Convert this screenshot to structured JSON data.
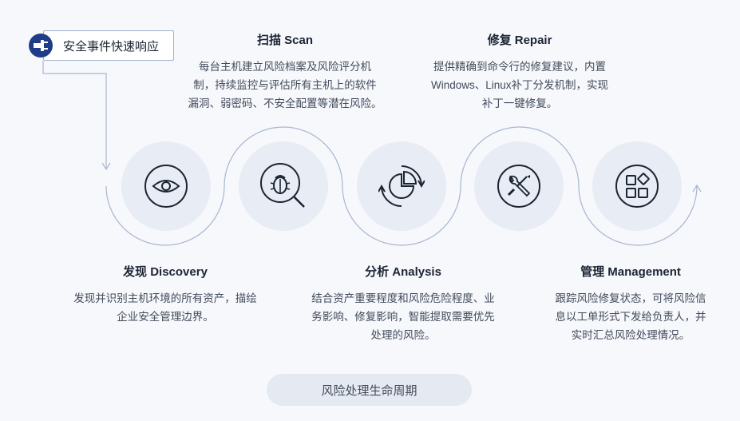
{
  "badge": {
    "label": "安全事件快速响应",
    "icon": "plug-icon"
  },
  "steps": [
    {
      "key": "discovery",
      "title": "发现 Discovery",
      "icon": "eye-icon",
      "desc": [
        "发现并识别主机环境的所有资产，描绘",
        "企业安全管理边界。"
      ]
    },
    {
      "key": "scan",
      "title": "扫描 Scan",
      "icon": "bug-search-icon",
      "desc": [
        "每台主机建立风险档案及风险评分机",
        "制，持续监控与评估所有主机上的软件",
        "漏洞、弱密码、不安全配置等潜在风险。"
      ]
    },
    {
      "key": "analysis",
      "title": "分析 Analysis",
      "icon": "pie-chart-refresh-icon",
      "desc": [
        "结合资产重要程度和风险危险程度、业",
        "务影响、修复影响，智能提取需要优先",
        "处理的风险。"
      ]
    },
    {
      "key": "repair",
      "title": "修复 Repair",
      "icon": "wrench-screwdriver-icon",
      "desc": [
        "提供精确到命令行的修复建议，内置",
        "Windows、Linux补丁分发机制，实现",
        "补丁一键修复。"
      ]
    },
    {
      "key": "management",
      "title": "管理 Management",
      "icon": "grid-apps-icon",
      "desc": [
        "跟踪风险修复状态，可将风险信",
        "息以工单形式下发给负责人，并",
        "实时汇总风险处理情况。"
      ]
    }
  ],
  "footer": {
    "label": "风险处理生命周期"
  },
  "colors": {
    "accent": "#1f3c88",
    "line": "#a9b6d0",
    "circle": "#e8ecf4",
    "background": "#f6f8fc"
  }
}
